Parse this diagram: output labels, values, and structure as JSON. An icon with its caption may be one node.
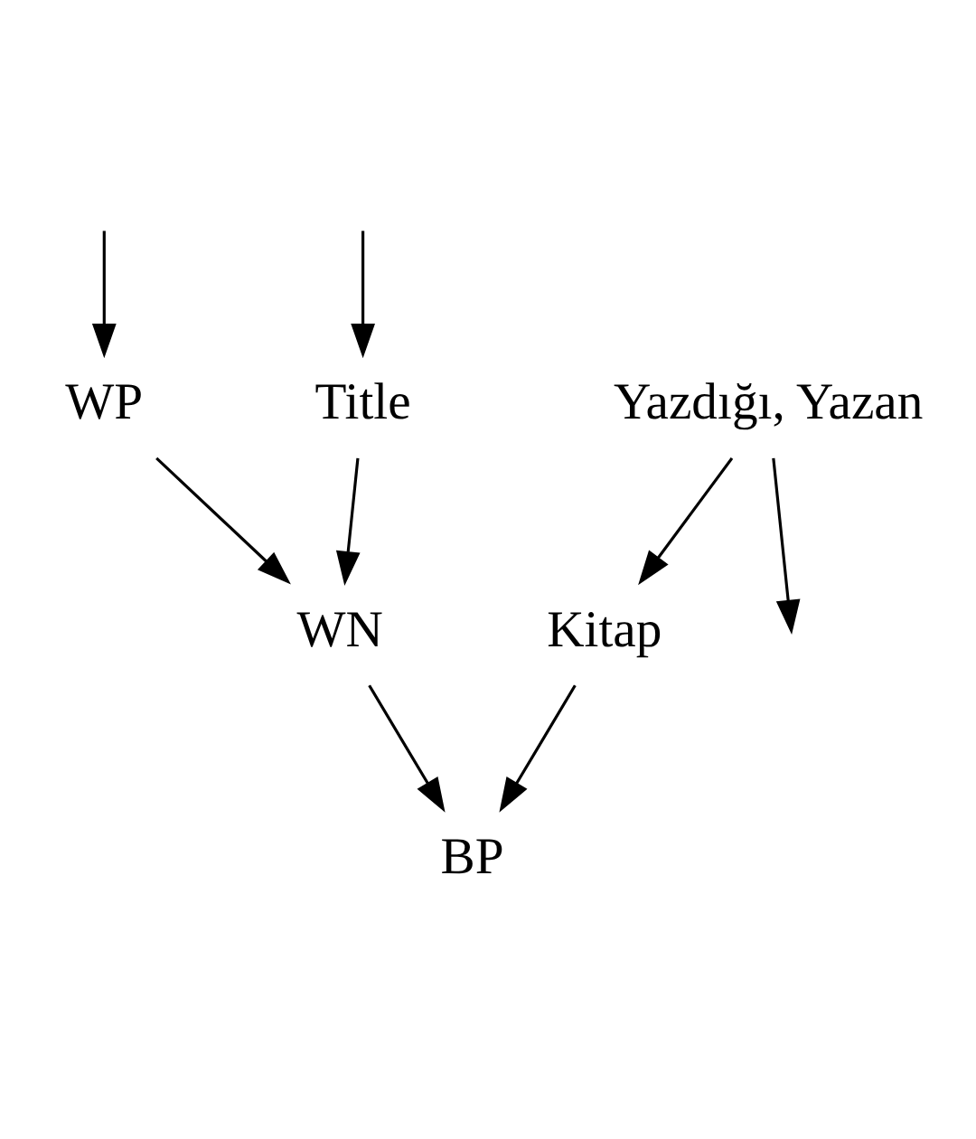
{
  "diagram": {
    "nodes": [
      {
        "text": [
          "Kitap"
        ]
      },
      {
        "text": [
          "BP"
        ]
      },
      {
        "text": [
          "Yazdığı, Yazan"
        ]
      },
      {
        "text": [
          "WP"
        ]
      },
      {
        "text": [
          "WN"
        ]
      },
      {
        "text": [
          "Title"
        ]
      }
    ],
    "edges": [
      {
        "from": 2,
        "to": 0,
        "arrow": "to"
      },
      {
        "from": 0,
        "to": 1,
        "arrow": "to"
      },
      {
        "from": 4,
        "to": 1,
        "arrow": "to"
      },
      {
        "from": 2,
        "to": null,
        "arrow": "to"
      },
      {
        "from": null,
        "to": 3,
        "arrow": "to"
      },
      {
        "from": 3,
        "to": 4,
        "arrow": "to"
      },
      {
        "from": 5,
        "to": 4,
        "arrow": "to"
      },
      {
        "from": null,
        "to": 5,
        "arrow": "to"
      }
    ]
  }
}
